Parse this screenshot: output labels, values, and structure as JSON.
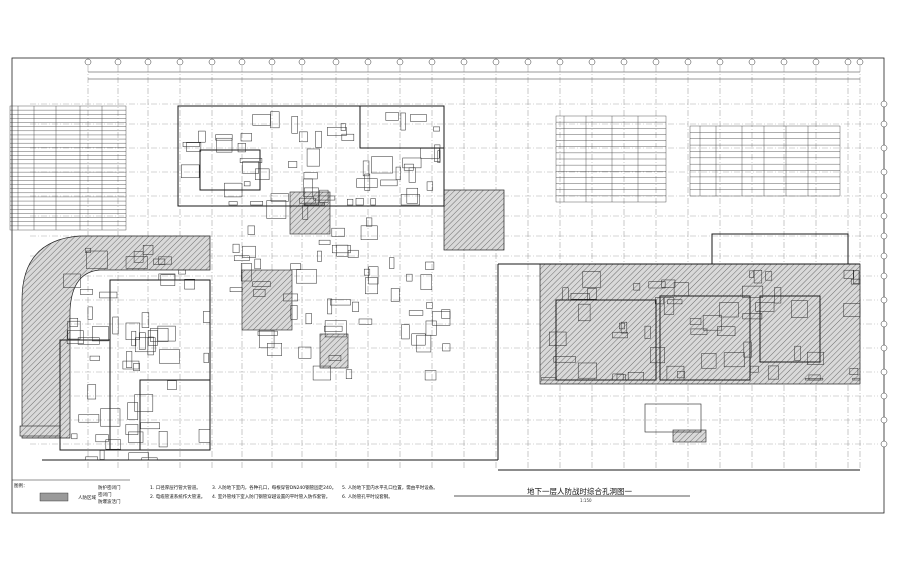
{
  "drawing": {
    "title": "地下一层人防战时综合孔洞图一",
    "scale": "1:150"
  },
  "notes": [
    {
      "num": "1.",
      "text": "口径厚层行管大管道。"
    },
    {
      "num": "2.",
      "text": "电缆管道系统作大管道。"
    },
    {
      "num": "3.",
      "text": "人防地下室内，各种孔口，每根穿管DN240钢管固定240。"
    },
    {
      "num": "4.",
      "text": "室外管线下室入防门钢管穿越设置的平时管入防作套管。"
    },
    {
      "num": "5.",
      "text": "人防地下室内水平孔口位置，需由平时设备。"
    },
    {
      "num": "6.",
      "text": "人防管孔平时设套钢。"
    }
  ],
  "legend": {
    "heading": "图例：",
    "items": [
      {
        "label": "人防区域",
        "color": "#9a9a9a"
      },
      {
        "label": "防护密闭门"
      },
      {
        "label": "密闭门"
      },
      {
        "label": "防爆波活门"
      }
    ]
  },
  "colors": {
    "line": "#1a1a1a",
    "hatch": "#8c8c8c",
    "grid": "#555555"
  }
}
